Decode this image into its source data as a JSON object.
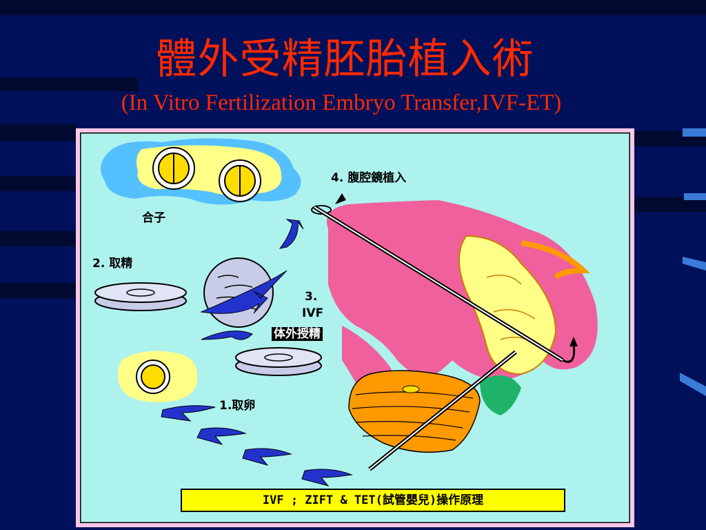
{
  "slide": {
    "title_cn": "體外受精胚胎植入術",
    "title_en": "(In Vitro Fertilization Embryo Transfer,IVF-ET)"
  },
  "diagram": {
    "labels": {
      "zygote": "合子",
      "step2": "2. 取精",
      "step3_num": "3.",
      "step3_ivf": "IVF",
      "step3_text": "体外授精",
      "step1": "1.取卵",
      "step4": "4. 腹腔鏡植入"
    },
    "caption": "IVF ; ZIFT & TET(試管嬰兒)操作原理"
  },
  "colors": {
    "background": "#00105a",
    "title": "#ff2a00",
    "frame": "#ffc8e8",
    "panel": "#aef2ee",
    "uterus": "#f0609c",
    "ovary": "#ffff88",
    "caption_bg": "#ffff00",
    "arrow": "#2233cc"
  }
}
